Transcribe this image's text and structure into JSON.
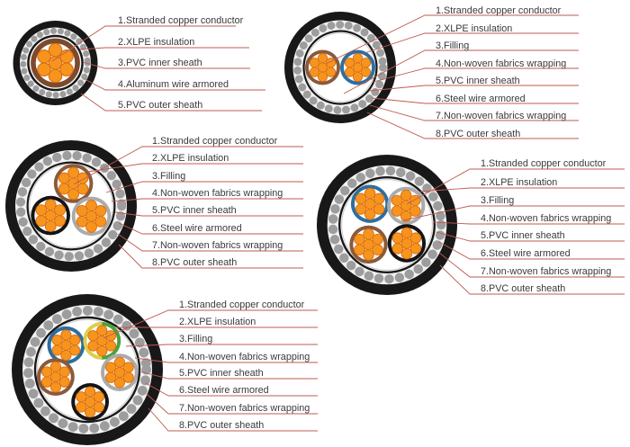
{
  "figure": {
    "description_colors": {
      "leader_line": "#bf5b52",
      "label_text": "#3a3a3a",
      "copper_strand": "#f7941e",
      "sheath_black": "#181818",
      "armor_bead_gray": "#9d9d9d",
      "insulation_brown": "#8a5a3b",
      "insulation_blue": "#2d6e9e",
      "insulation_gray": "#ababab",
      "insulation_black": "#141414",
      "insulation_yellow": "#e0ce4a",
      "insulation_green": "#4aa23c"
    }
  },
  "diagrams": [
    {
      "name": "single-core-armored-cable",
      "labels": [
        "1.Stranded copper conductor",
        "2.XLPE insulation",
        "3.PVC inner sheath",
        "4.Aluminum wire armored",
        "5.PVC outer sheath"
      ]
    },
    {
      "name": "two-core-armored-cable",
      "labels": [
        "1.Stranded copper conductor",
        "2.XLPE insulation",
        "3.Filling",
        "4.Non-woven fabrics wrapping",
        "5.PVC inner sheath",
        "6.Steel wire armored",
        "7.Non-woven fabrics wrapping",
        "8.PVC outer sheath"
      ]
    },
    {
      "name": "three-core-armored-cable",
      "labels": [
        "1.Stranded copper conductor",
        "2.XLPE insulation",
        "3.Filling",
        "4.Non-woven fabrics wrapping",
        "5.PVC inner sheath",
        "6.Steel wire armored",
        "7.Non-woven fabrics wrapping",
        "8.PVC outer sheath"
      ]
    },
    {
      "name": "four-core-armored-cable",
      "labels": [
        "1.Stranded copper conductor",
        "2.XLPE insulation",
        "3.Filling",
        "4.Non-woven fabrics wrapping",
        "5.PVC inner sheath",
        "6.Steel wire armored",
        "7.Non-woven fabrics wrapping",
        "8.PVC outer sheath"
      ]
    },
    {
      "name": "five-core-armored-cable",
      "labels": [
        "1.Stranded copper conductor",
        "2.XLPE insulation",
        "3.Filling",
        "4.Non-woven fabrics wrapping",
        "5.PVC inner sheath",
        "6.Steel wire armored",
        "7.Non-woven fabrics wrapping",
        "8.PVC outer sheath"
      ]
    }
  ]
}
